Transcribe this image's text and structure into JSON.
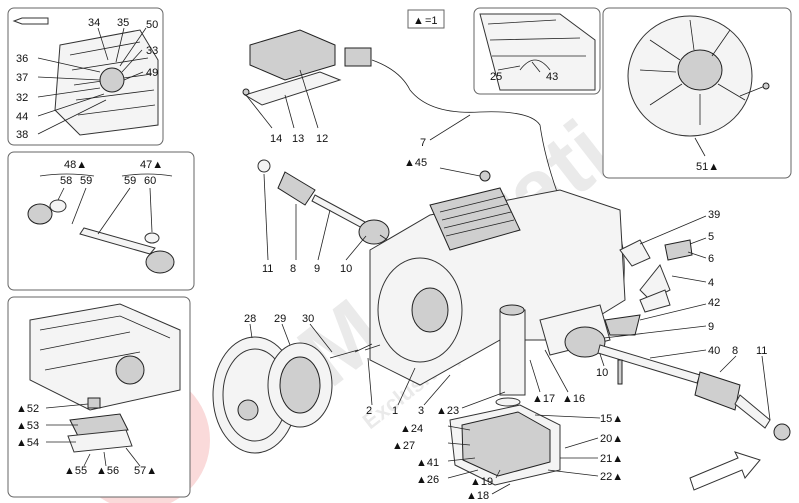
{
  "legend": {
    "symbol": "▲",
    "text": "=1"
  },
  "watermark": {
    "brand": "Maserati",
    "tagline": "Exclusive parts specialist"
  },
  "labels": {
    "l34": "34",
    "l35": "35",
    "l50": "50",
    "l36": "36",
    "l33": "33",
    "l37": "37",
    "l49": "49",
    "l32": "32",
    "l44": "44",
    "l38": "38",
    "l48": "48▲",
    "l47": "47▲",
    "l58": "58",
    "l59a": "59",
    "l59b": "59",
    "l60": "60",
    "l52": "▲52",
    "l53": "▲53",
    "l54": "▲54",
    "l55": "▲55",
    "l56": "▲56",
    "l57": "57▲",
    "l14": "14",
    "l13": "13",
    "l12": "12",
    "l7": "7",
    "l45": "▲45",
    "l11a": "11",
    "l8a": "8",
    "l9a": "9",
    "l10a": "10",
    "l25": "25",
    "l43": "43",
    "l51": "51▲",
    "l39": "39",
    "l5": "5",
    "l6": "6",
    "l4": "4",
    "l42": "42",
    "l9b": "9",
    "l40": "40",
    "l8b": "8",
    "l11b": "11",
    "l10b": "10",
    "l28": "28",
    "l29": "29",
    "l30": "30",
    "l2": "2",
    "l1": "1",
    "l3": "3",
    "l23": "▲23",
    "l17": "▲17",
    "l16": "▲16",
    "l15": "15▲",
    "l24": "▲24",
    "l27": "▲27",
    "l41": "▲41",
    "l26": "▲26",
    "l19": "▲19",
    "l18": "▲18",
    "l20": "20▲",
    "l21": "21▲",
    "l22": "22▲"
  }
}
